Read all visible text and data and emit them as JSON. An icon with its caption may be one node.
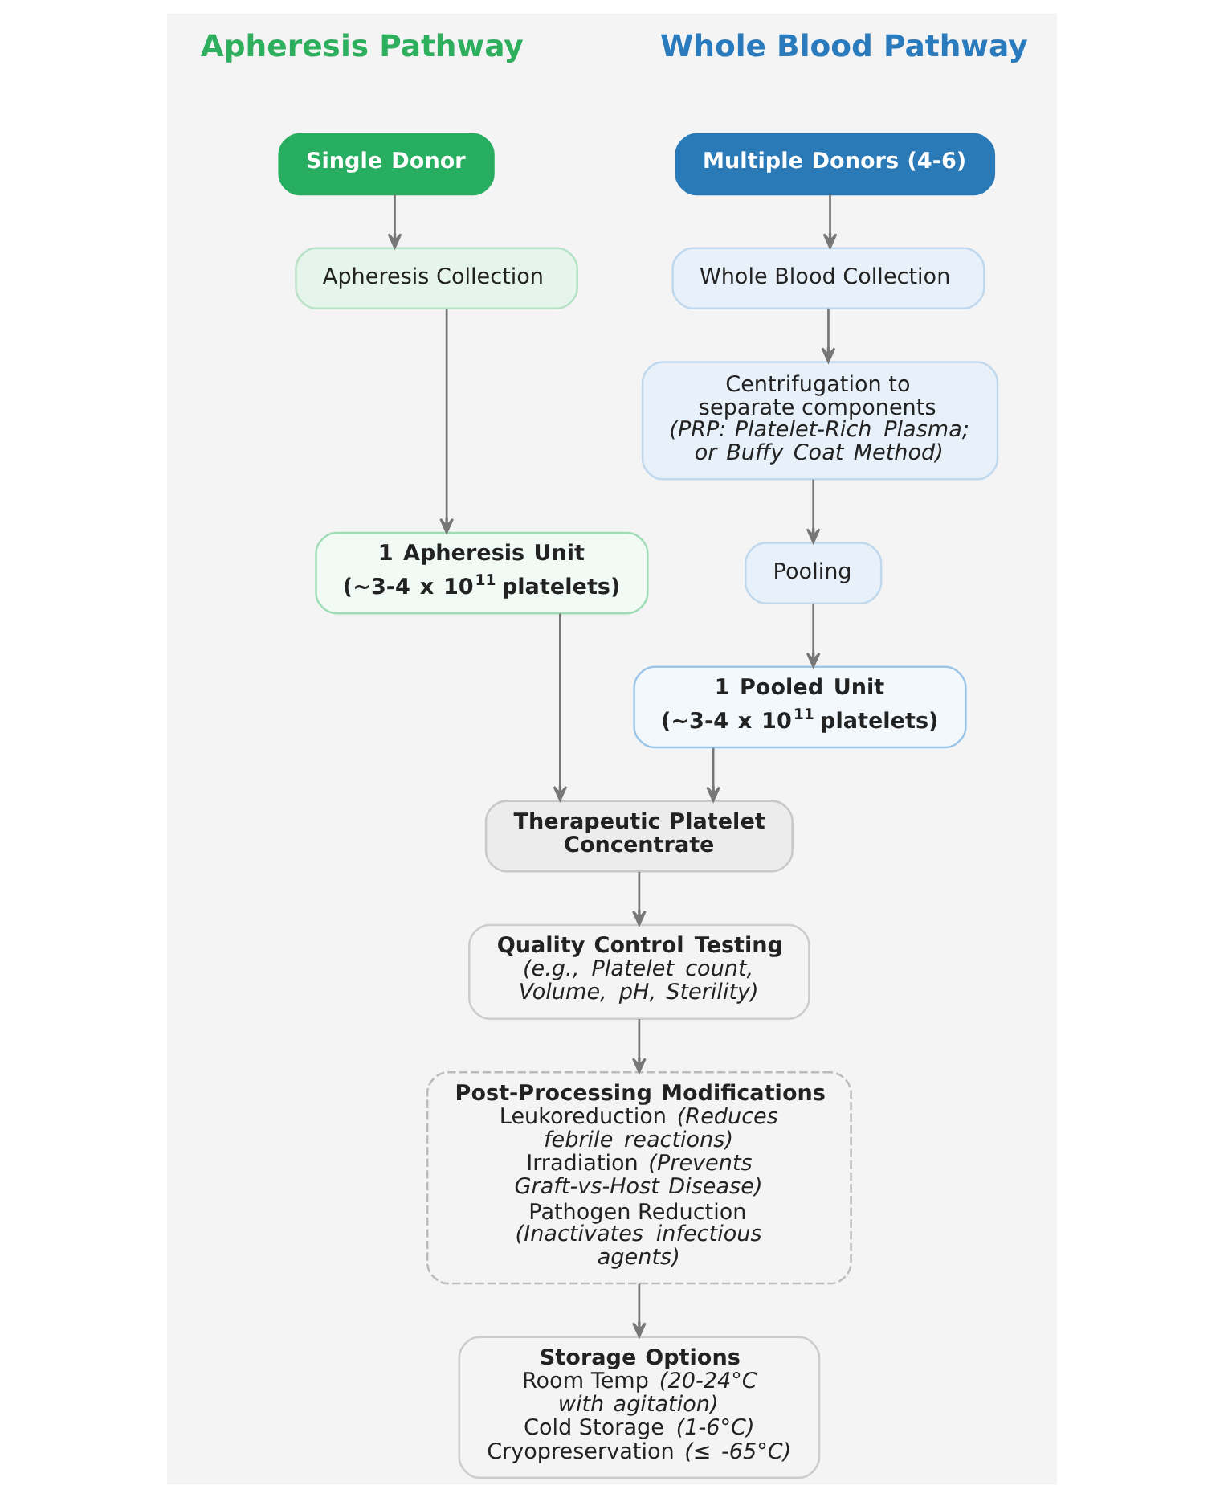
{
  "diagram": {
    "nodes": [
      {
        "text": [
          "Single Donor"
        ]
      },
      {
        "text": [
          "Apheresis Collection"
        ]
      },
      {
        "text": [
          "1 Apheresis Unit",
          "(~3-4 x 10$^{11}$ platelets)"
        ]
      },
      {
        "text": [
          "Multiple Donors (4-6)"
        ]
      },
      {
        "text": [
          "Whole Blood Collection"
        ]
      },
      {
        "text": [
          "Centrifugation to separate components",
          "(PRP: Platelet-Rich Plasma; or Buffy Coat Method)"
        ]
      },
      {
        "text": [
          "Pooling"
        ]
      },
      {
        "text": [
          "1 Pooled Unit",
          "(~3-4 x 10$^{11}$ platelets)"
        ]
      },
      {
        "text": [
          "Therapeutic Platelet Concentrate"
        ]
      },
      {
        "text": [
          "Quality Control Testing",
          "(e.g., Platelet count, Volume, pH, Sterility)"
        ]
      },
      {
        "text": [
          "Post-Processing Modifications",
          "Leukoreduction *(Reduces febrile reactions)*",
          "Irradiation *(Prevents Graft-vs-Host Disease)*",
          "Pathogen Reduction *(Inactivates infectious agents)*"
        ]
      },
      {
        "text": [
          "Storage Options",
          "Room Temp *(20-24°C with agitation)*",
          "Cold Storage *(1-6°C)*",
          "Cryopreservation *(≤ -65°C)*"
        ]
      }
    ],
    "edges": [
      {
        "from": 0,
        "to": 1,
        "arrow": "to"
      },
      {
        "from": 1,
        "to": 2,
        "arrow": "to"
      },
      {
        "from": 2,
        "to": 8,
        "arrow": "to"
      },
      {
        "from": 3,
        "to": 4,
        "arrow": "to"
      },
      {
        "from": 4,
        "to": 5,
        "arrow": "to"
      },
      {
        "from": 5,
        "to": 6,
        "arrow": "to"
      },
      {
        "from": 6,
        "to": 7,
        "arrow": "to"
      },
      {
        "from": 7,
        "to": 8,
        "arrow": "to"
      },
      {
        "from": 8,
        "to": 9,
        "arrow": "to"
      },
      {
        "from": 9,
        "to": 10,
        "arrow": "to"
      },
      {
        "from": 10,
        "to": 11,
        "arrow": "to"
      }
    ],
    "labels": [
      "Apheresis Pathway",
      "Whole Blood Pathway"
    ]
  }
}
